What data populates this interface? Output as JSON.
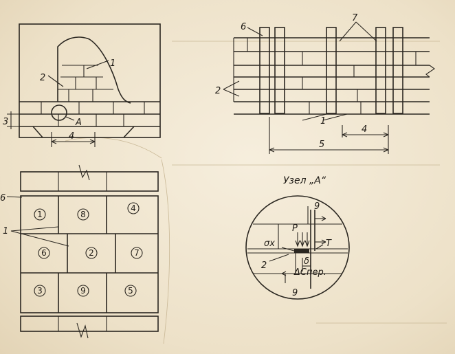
{
  "labels": {
    "tl_1": "1",
    "tl_2": "2",
    "tl_A": "A",
    "tl_3": "3",
    "tl_4": "4",
    "tr_6": "6",
    "tr_7": "7",
    "tr_2": "2",
    "tr_1": "1",
    "tr_4": "4",
    "tr_5": "5",
    "bl_6": "6",
    "bl_1": "1",
    "node_title": "Узел „A“",
    "node_9_top": "9",
    "node_P": "P",
    "node_T": "T",
    "node_sigma": "σx",
    "node_2": "2",
    "node_delta": "δ",
    "node_tau": "ΔCпер.",
    "node_9_bot": "9"
  },
  "grid_numbers": [
    "1",
    "8",
    "4",
    "6",
    "2",
    "7",
    "3",
    "9",
    "5"
  ]
}
